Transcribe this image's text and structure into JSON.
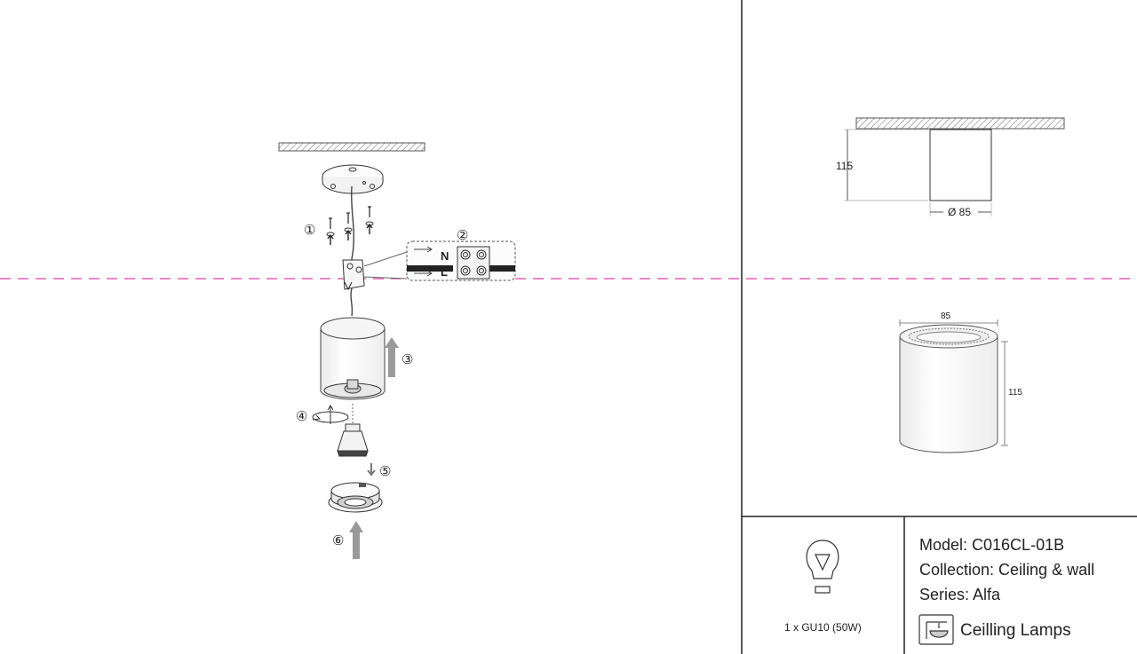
{
  "steps": [
    "①",
    "②",
    "③",
    "④",
    "⑤",
    "⑥"
  ],
  "wiring": {
    "neutral": "N",
    "live": "L"
  },
  "dimensions": {
    "side_height": "115",
    "side_diameter": "Ø 85",
    "persp_width": "85",
    "persp_height": "115"
  },
  "bulb": "1 x GU10 (50W)",
  "specs": {
    "model": "Model: C016CL-01B",
    "collection": "Collection: Ceiling & wall",
    "series": "Series: Alfa"
  },
  "category": "Ceilling Lamps",
  "colors": {
    "line": "#222222",
    "guide": "#e040a8",
    "arrow": "#9a9a9a",
    "body_fill": "#fbfbfb"
  }
}
